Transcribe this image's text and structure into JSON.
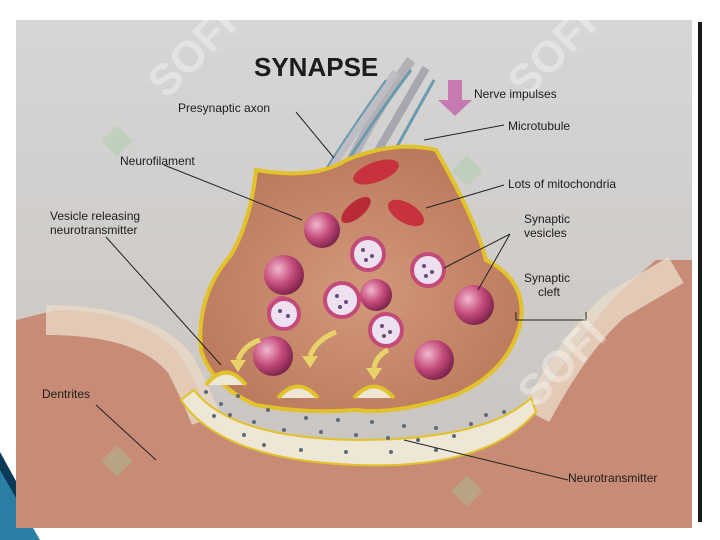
{
  "title": "SYNAPSE",
  "labels": {
    "presynaptic_axon": "Presynaptic axon",
    "nerve_impulses": "Nerve impulses",
    "microtubule": "Microtubule",
    "neurofilament": "Neurofilament",
    "lots_of_mitochondria": "Lots of mitochondria",
    "vesicle_releasing_line1": "Vesicle releasing",
    "vesicle_releasing_line2": "neurotransmitter",
    "synaptic_vesicles_line1": "Synaptic",
    "synaptic_vesicles_line2": "vesicles",
    "synaptic_cleft_line1": "Synaptic",
    "synaptic_cleft_line2": "cleft",
    "dentrites": "Dentrites",
    "neurotransmitter": "Neurotransmitter"
  },
  "colors": {
    "background": "#cdcdcd",
    "terminal_fill": "#c98a68",
    "terminal_outline": "#e2c22a",
    "vesicle": "#c44a7a",
    "mitochondria": "#c8323c",
    "arrow": "#c77ab2",
    "cleft": "#eee7d5",
    "watermark": "#9ccf9a"
  }
}
